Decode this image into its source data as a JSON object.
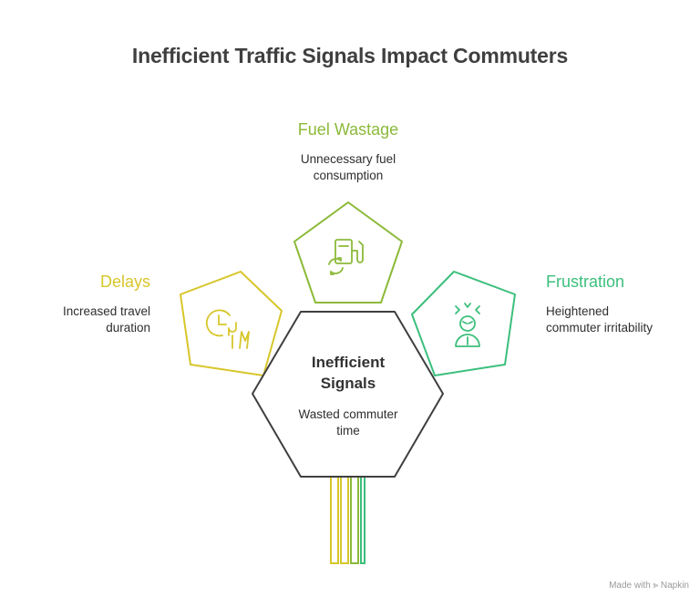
{
  "title": "Inefficient Traffic Signals Impact Commuters",
  "center": {
    "title_line1": "Inefficient",
    "title_line2": "Signals",
    "desc_line1": "Wasted commuter",
    "desc_line2": "time"
  },
  "nodes": {
    "fuel": {
      "heading": "Fuel Wastage",
      "desc_line1": "Unnecessary fuel",
      "desc_line2": "consumption",
      "color": "#8cba3a",
      "icon": "fuel-pump-icon"
    },
    "delays": {
      "heading": "Delays",
      "desc_line1": "Increased travel",
      "desc_line2": "duration",
      "color": "#d7c62a",
      "icon": "clock-road-icon"
    },
    "frustration": {
      "heading": "Frustration",
      "desc_line1": "Heightened",
      "desc_line2": "commuter irritability",
      "color": "#3cbf7c",
      "icon": "frustrated-person-icon"
    }
  },
  "footer": "Made with ⪢ Napkin"
}
